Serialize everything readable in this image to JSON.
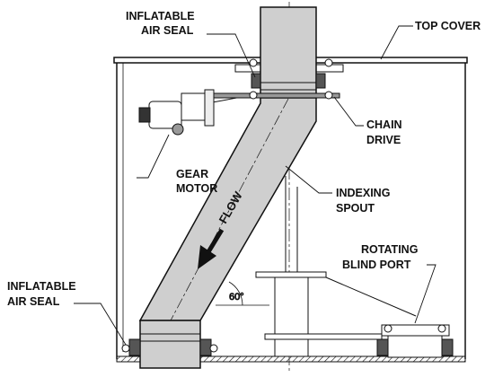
{
  "labels": {
    "inflatable_air_seal_top_1": "INFLATABLE",
    "inflatable_air_seal_top_2": "AIR SEAL",
    "top_cover": "TOP COVER",
    "chain_drive_1": "CHAIN",
    "chain_drive_2": "DRIVE",
    "gear_motor_1": "GEAR",
    "gear_motor_2": "MOTOR",
    "indexing_spout_1": "INDEXING",
    "indexing_spout_2": "SPOUT",
    "rotating_blind_port_1": "ROTATING",
    "rotating_blind_port_2": "BLIND PORT",
    "inflatable_air_seal_bottom_1": "INFLATABLE",
    "inflatable_air_seal_bottom_2": "AIR SEAL",
    "flow": "FLOW",
    "angle": "60°"
  },
  "colors": {
    "spout_fill": "#cfcfcf",
    "line": "#111111",
    "background": "#ffffff"
  }
}
